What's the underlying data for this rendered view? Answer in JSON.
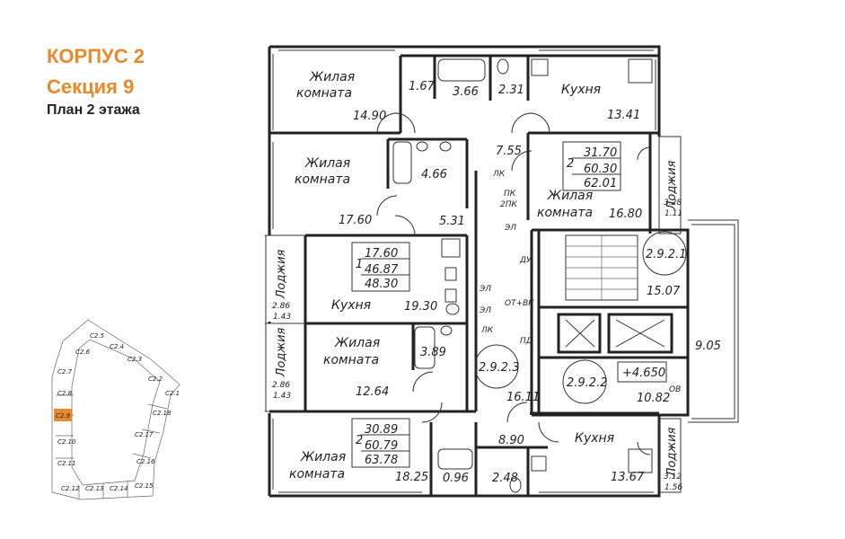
{
  "header": {
    "building": "КОРПУС 2",
    "section": "Секция 9",
    "floor": "План 2 этажа"
  },
  "colors": {
    "accent": "#e8892b",
    "highlight": "#e8892b"
  },
  "rooms": {
    "living": "Жилая",
    "room": "комната",
    "kitchen": "Кухня",
    "loggia": "Лоджия"
  },
  "areas": {
    "a1": "14.90",
    "a2": "1.67",
    "a3": "3.66",
    "a4": "2.31",
    "a5": "13.41",
    "a6": "7.55",
    "a7": "4.66",
    "a8": "17.60",
    "a9": "5.31",
    "a10": "16.80",
    "a11": "19.30",
    "a12": "3.89",
    "a13": "12.64",
    "a14": "16.11",
    "a15": "15.07",
    "a16": "9.05",
    "a17": "10.82",
    "a18": "8.90",
    "a19": "18.25",
    "a20": "0.96",
    "a21": "2.48",
    "a22": "13.67"
  },
  "loggias": {
    "l1a": "3.28",
    "l1b": "1.11",
    "l2a": "2.86",
    "l2b": "1.43",
    "l3a": "2.86",
    "l3b": "1.43",
    "l4a": "3.12",
    "l4b": "1.56"
  },
  "apartments": {
    "apt1": {
      "rooms": "1",
      "v1": "17.60",
      "v2": "46.87",
      "v3": "48.30"
    },
    "apt2a": {
      "rooms": "2",
      "v1": "31.70",
      "v2": "60.30",
      "v3": "62.01"
    },
    "apt2b": {
      "rooms": "2",
      "v1": "30.89",
      "v2": "60.79",
      "v3": "63.78"
    }
  },
  "core": {
    "c1": "2.9.2.1",
    "c2": "2.9.2.2",
    "c3": "2.9.2.3",
    "level": "+4.650"
  },
  "labels": {
    "lk": "ЛК",
    "pk": "ПК",
    "pk2": "2ПК",
    "el": "ЭЛ",
    "du": "ДУ",
    "ot": "ОТ+ВК",
    "pd": "ПД",
    "ov": "ОВ"
  },
  "keyplan": {
    "sections": [
      "С2.1",
      "С2.2",
      "С2.3",
      "С2.4",
      "С2.5",
      "С2.6",
      "С2.7",
      "С2.8",
      "С2.9",
      "С2.10",
      "С2.11",
      "С2.12",
      "С2.13",
      "С2.14",
      "С2.15",
      "С2.16",
      "С2.17",
      "С2.18"
    ],
    "current": "С2.9"
  }
}
